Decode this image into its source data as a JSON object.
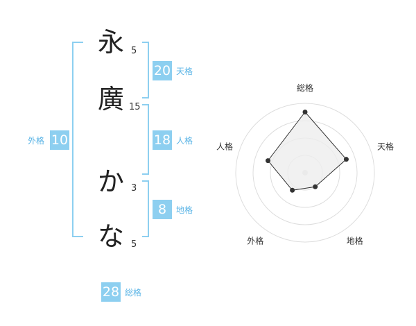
{
  "name": {
    "chars": [
      {
        "char": "永",
        "strokes": "5"
      },
      {
        "char": "廣",
        "strokes": "15"
      },
      {
        "char": "か",
        "strokes": "3"
      },
      {
        "char": "な",
        "strokes": "5"
      }
    ]
  },
  "kakusu": {
    "tenkaku": {
      "value": "20",
      "label": "天格"
    },
    "jinkaku": {
      "value": "18",
      "label": "人格"
    },
    "chikaku": {
      "value": "8",
      "label": "地格"
    },
    "gaikaku": {
      "value": "10",
      "label": "外格"
    },
    "soukaku": {
      "value": "28",
      "label": "総格"
    }
  },
  "chart_data": {
    "type": "radar",
    "axes": [
      "総格",
      "天格",
      "地格",
      "外格",
      "人格"
    ],
    "values": [
      28,
      20,
      8,
      10,
      18
    ],
    "series_color": "#333333",
    "fill_color": "#eeeeee",
    "ring_color": "#dddddd",
    "rings": 4
  },
  "colors": {
    "accent": "#8dcff0",
    "label": "#5ab4e6"
  }
}
